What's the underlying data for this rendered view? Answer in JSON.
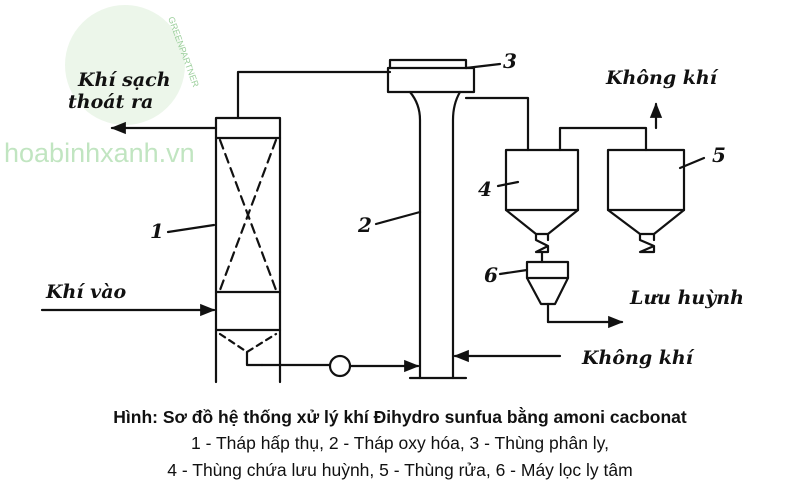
{
  "watermark": {
    "site": "hoabinhxanh.vn",
    "logo_text": "GREENPARTNER",
    "color": "#8fd18f"
  },
  "labels": {
    "clean_gas_line1": "Khí sạch",
    "clean_gas_line2": "thoát ra",
    "gas_in": "Khí vào",
    "air_top": "Không khí",
    "air_bottom": "Không khí",
    "sulfur": "Lưu huỳnh",
    "n1": "1",
    "n2": "2",
    "n3": "3",
    "n4": "4",
    "n5": "5",
    "n6": "6"
  },
  "caption": {
    "title": "Hình: Sơ đồ hệ thống xử lý khí Đihydro sunfua bằng amoni cacbonat",
    "line1": "1 - Tháp hấp thụ, 2 - Tháp oxy hóa, 3 - Thùng phân ly,",
    "line2": "4 - Thùng chứa lưu huỳnh, 5 - Thùng rửa, 6 - Máy lọc ly tâm"
  }
}
